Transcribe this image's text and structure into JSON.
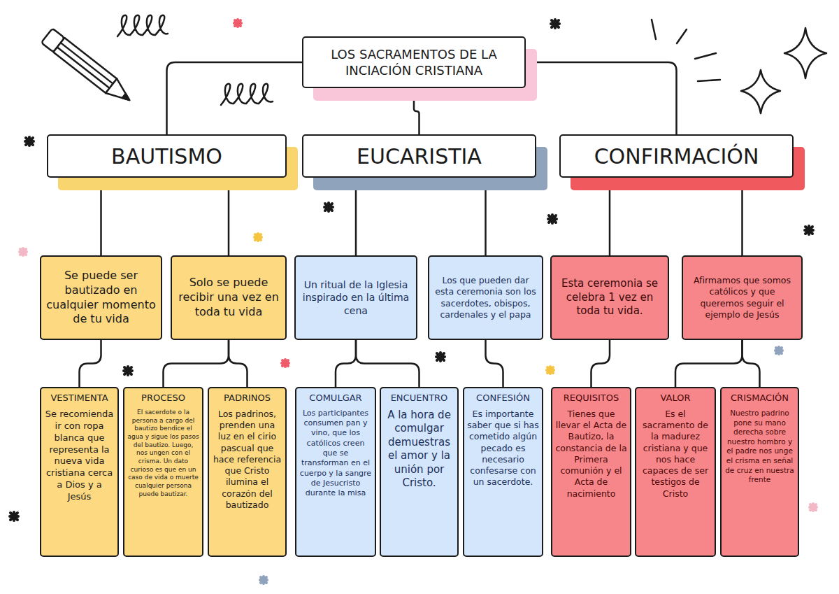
{
  "diagram": {
    "nodes": [
      {
        "text": [
          "LOS SACRAMENTOS DE LA INCIACIÓN CRISTIANA"
        ]
      },
      {
        "text": [
          "BAUTISMO"
        ]
      },
      {
        "text": [
          "EUCARISTIA"
        ]
      },
      {
        "text": [
          "CONFIRMACIÓN"
        ]
      },
      {
        "text": [
          "Se puede ser bautizado en cualquier momento de tu vida"
        ]
      },
      {
        "text": [
          "Solo se puede recibir una vez en toda tu vida"
        ]
      },
      {
        "text": [
          "Un ritual de la Iglesia inspirado en la última cena"
        ]
      },
      {
        "text": [
          "Los que pueden dar esta ceremonia son los sacerdotes, obispos, cardenales y el papa"
        ]
      },
      {
        "text": [
          "Esta ceremonia se celebra 1 vez en toda tu vida."
        ]
      },
      {
        "text": [
          "Afirmamos que somos católicos y que queremos seguir el ejemplo de Jesús"
        ]
      },
      {
        "text": [
          "VESTIMENTA",
          "Se recomienda ir con ropa blanca que representa la nueva vida cristiana cerca a Dios y a Jesús"
        ]
      },
      {
        "text": [
          "PROCESO",
          "El sacerdote o la persona a cargo del bautizo bendice el agua y sigue los pasos del bautizo. Luego, nos ungen con el crisma. Un dato curioso es que en un caso de vida o muerte cualquier persona puede bautizar."
        ]
      },
      {
        "text": [
          "PADRINOS",
          "Los padrinos, prenden una luz en el cirio pascual que hace referencia que Cristo ilumina el corazón del bautizado"
        ]
      },
      {
        "text": [
          "COMULGAR",
          "Los participantes consumen pan y vino, que los católicos creen que se transforman en el cuerpo y la sangre de Jesucristo durante la misa"
        ]
      },
      {
        "text": [
          "ENCUENTRO",
          "A la hora de comulgar demuestras el amor y la unión por Cristo."
        ]
      },
      {
        "text": [
          "CONFESIÓN",
          "Es importante saber que si has cometido algún pecado es necesario confesarse con un sacerdote."
        ]
      },
      {
        "text": [
          "REQUISITOS",
          "Tienes que llevar el Acta de Bautizo, la constancia de la Primera comunión y el Acta de nacimiento"
        ]
      },
      {
        "text": [
          "VALOR",
          "Es el sacramento de la madurez cristiana y que nos hace capaces de ser testigos de Cristo"
        ]
      },
      {
        "text": [
          "CRISMACIÓN",
          "Nuestro padrino pone su mano derecha sobre nuestro hombro y el padre nos unge el crisma en señal de cruz en nuestra frente"
        ]
      }
    ],
    "edges": [
      {
        "from": 0,
        "to": 1,
        "arrow": "none"
      },
      {
        "from": 0,
        "to": 2,
        "arrow": "none"
      },
      {
        "from": 0,
        "to": 3,
        "arrow": "none"
      },
      {
        "from": 1,
        "to": 4,
        "arrow": "none"
      },
      {
        "from": 1,
        "to": 5,
        "arrow": "none"
      },
      {
        "from": 2,
        "to": 6,
        "arrow": "none"
      },
      {
        "from": 2,
        "to": 7,
        "arrow": "none"
      },
      {
        "from": 3,
        "to": 8,
        "arrow": "none"
      },
      {
        "from": 3,
        "to": 9,
        "arrow": "none"
      },
      {
        "from": 4,
        "to": 10,
        "arrow": "none"
      },
      {
        "from": 5,
        "to": 11,
        "arrow": "none"
      },
      {
        "from": 5,
        "to": 12,
        "arrow": "none"
      },
      {
        "from": 6,
        "to": 13,
        "arrow": "none"
      },
      {
        "from": 6,
        "to": 14,
        "arrow": "none"
      },
      {
        "from": 7,
        "to": 15,
        "arrow": "none"
      },
      {
        "from": 8,
        "to": 16,
        "arrow": "none"
      },
      {
        "from": 9,
        "to": 17,
        "arrow": "none"
      },
      {
        "from": 9,
        "to": 18,
        "arrow": "none"
      }
    ]
  }
}
